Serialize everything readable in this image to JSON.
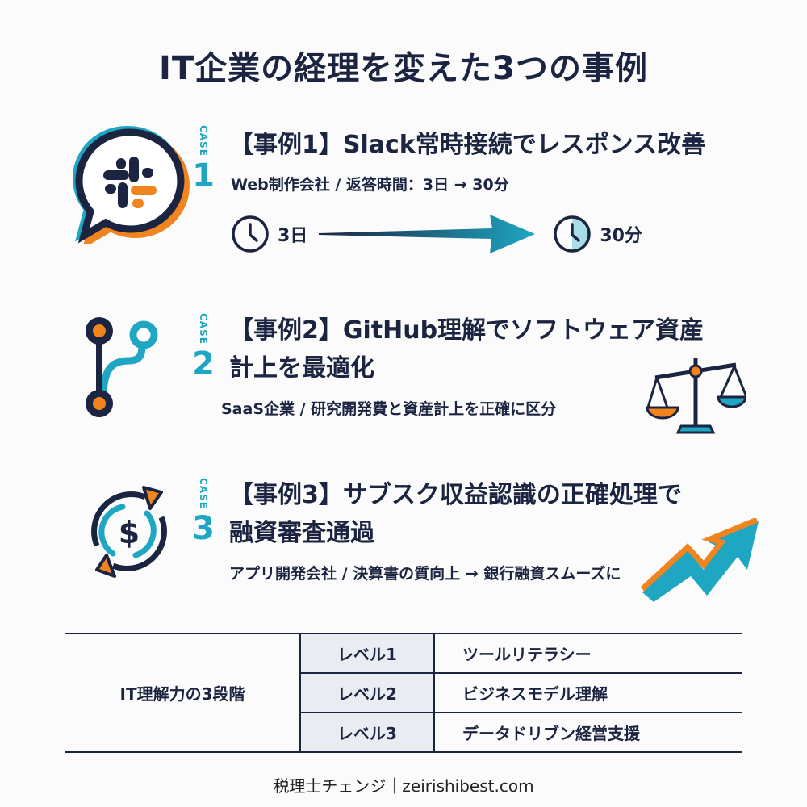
{
  "title": "IT企業の経理を変えた3つの事例",
  "colors": {
    "navy": "#1b2440",
    "teal": "#1fa6c2",
    "orange": "#f0841e",
    "table_shade": "#e9ecf1"
  },
  "cases": [
    {
      "case_word": "CASE",
      "number": "1",
      "icon": "slack-chat-bubble-icon",
      "heading_lines": [
        "【事例1】Slack常時接続でレスポンス改善"
      ],
      "subtitle": "Web制作会社 / 返答時間：3日 → 30分",
      "timeline": {
        "from": "3日",
        "to": "30分",
        "from_icon": "clock-icon",
        "to_icon": "clock-quarter-icon"
      }
    },
    {
      "case_word": "CASE",
      "number": "2",
      "icon": "git-branch-icon",
      "heading_lines": [
        "【事例2】GitHub理解でソフトウェア資産",
        "計上を最適化"
      ],
      "subtitle": "SaaS企業 / 研究開発費と資産計上を正確に区分",
      "side_icon": "balance-scale-icon"
    },
    {
      "case_word": "CASE",
      "number": "3",
      "icon": "recurring-dollar-icon",
      "heading_lines": [
        "【事例3】サブスク収益認識の正確処理で",
        "融資審査通過"
      ],
      "subtitle": "アプリ開発会社 / 決算書の質向上 → 銀行融資スムーズに",
      "side_icon": "growth-arrow-icon"
    }
  ],
  "levels_table": {
    "header": "IT理解力の3段階",
    "rows": [
      {
        "level": "レベル1",
        "description": "ツールリテラシー"
      },
      {
        "level": "レベル2",
        "description": "ビジネスモデル理解"
      },
      {
        "level": "レベル3",
        "description": "データドリブン経営支援"
      }
    ]
  },
  "footer": "税理士チェンジ｜zeirishibest.com"
}
